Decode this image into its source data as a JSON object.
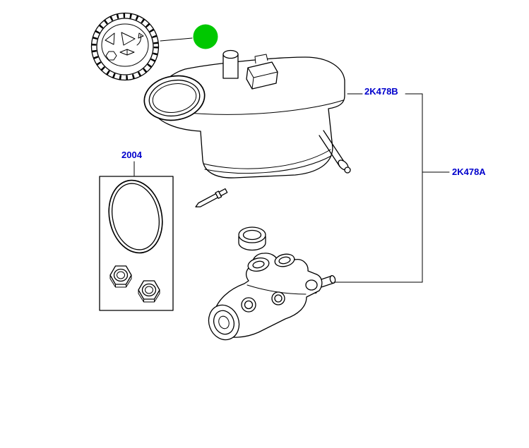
{
  "diagram": {
    "colors": {
      "background": "#ffffff",
      "line": "#000000",
      "label": "#0000cc",
      "marker": "#00c800"
    },
    "callouts": {
      "reservoir": {
        "label": "2K478B"
      },
      "master_cylinder_assembly": {
        "label": "2K478A"
      },
      "repair_kit": {
        "label": "2004"
      }
    },
    "marker": {
      "shape": "circle"
    },
    "parts": [
      {
        "name": "reservoir-cap"
      },
      {
        "name": "brake-fluid-reservoir"
      },
      {
        "name": "reservoir-filler-neck"
      },
      {
        "name": "level-sensor-connector"
      },
      {
        "name": "retaining-pin"
      },
      {
        "name": "mounting-grommet"
      },
      {
        "name": "master-cylinder"
      },
      {
        "name": "repair-kit-box"
      },
      {
        "name": "o-ring-seal"
      },
      {
        "name": "hex-nut"
      },
      {
        "name": "hex-nut"
      }
    ]
  }
}
